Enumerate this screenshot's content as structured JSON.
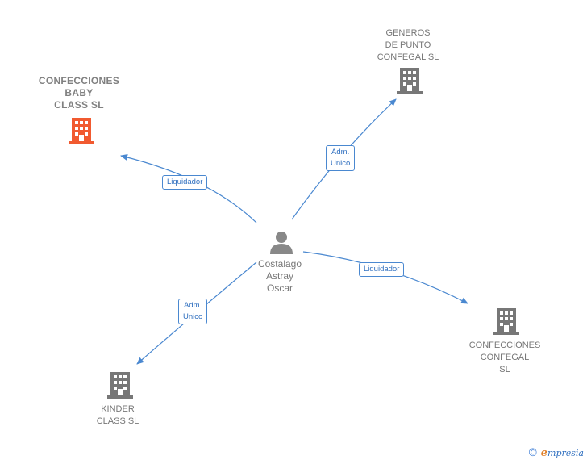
{
  "colors": {
    "edge": "#4a88d0",
    "building_default": "#777777",
    "building_highlight": "#f15a30",
    "person": "#888888"
  },
  "center": {
    "name": "Costalago\nAstray\nOscar",
    "icon": "person-icon"
  },
  "companies": [
    {
      "id": "baby",
      "name": "CONFECCIONES\nBABY\nCLASS SL",
      "highlight": true,
      "icon": "building-icon"
    },
    {
      "id": "generos",
      "name": "GENEROS\nDE PUNTO\nCONFEGAL SL",
      "highlight": false,
      "icon": "building-icon"
    },
    {
      "id": "confegal",
      "name": "CONFECCIONES\nCONFEGAL\nSL",
      "highlight": false,
      "icon": "building-icon"
    },
    {
      "id": "kinder",
      "name": "KINDER\nCLASS SL",
      "highlight": false,
      "icon": "building-icon"
    }
  ],
  "relations": [
    {
      "to": "baby",
      "label": "Liquidador"
    },
    {
      "to": "generos",
      "label": "Adm.\nUnico"
    },
    {
      "to": "confegal",
      "label": "Liquidador"
    },
    {
      "to": "kinder",
      "label": "Adm.\nUnico"
    }
  ],
  "footer": {
    "copyright": "©",
    "brand_initial": "e",
    "brand_rest": "mpresia"
  }
}
